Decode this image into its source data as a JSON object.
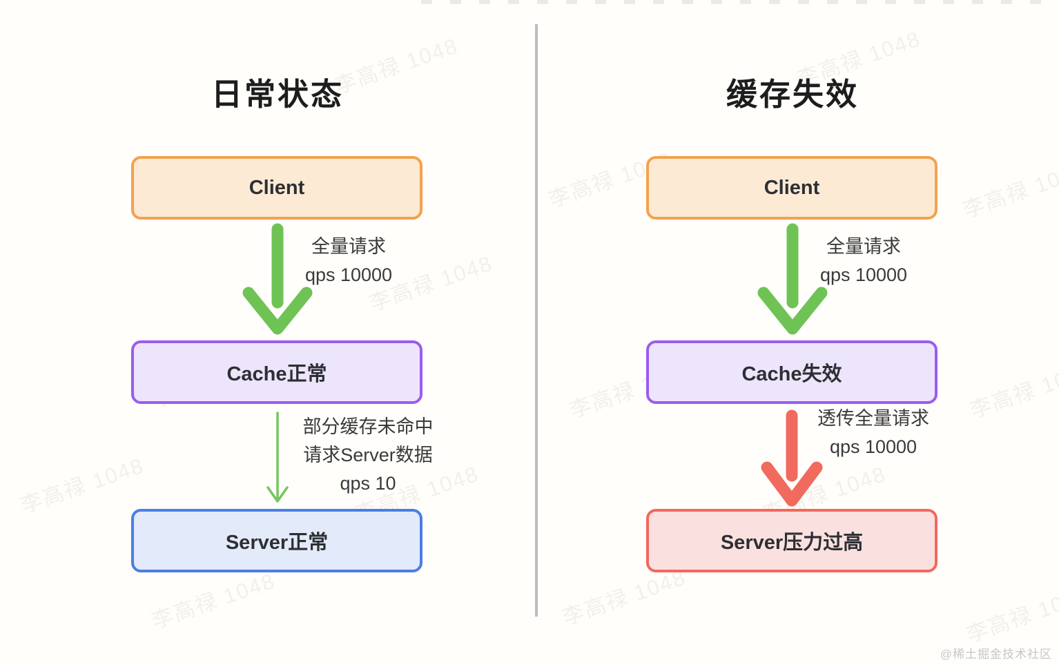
{
  "left_panel": {
    "title": "日常状态",
    "client": "Client",
    "arrow1_label": [
      "全量请求",
      "qps 10000"
    ],
    "cache": "Cache正常",
    "arrow2_label": [
      "部分缓存未命中",
      "请求Server数据",
      "qps 10"
    ],
    "server": "Server正常"
  },
  "right_panel": {
    "title": "缓存失效",
    "client": "Client",
    "arrow1_label": [
      "全量请求",
      "qps 10000"
    ],
    "cache": "Cache失效",
    "arrow2_label": [
      "透传全量请求",
      "qps 10000"
    ],
    "server": "Server压力过高"
  },
  "watermark": {
    "text": "李高禄 1048"
  },
  "footer": {
    "credit": "@稀土掘金技术社区"
  },
  "colors": {
    "client_border": "#f2a24d",
    "client_fill": "#fcead4",
    "cache_border": "#9b5cf0",
    "cache_fill": "#ede5fb",
    "server_ok_border": "#4b7de5",
    "server_ok_fill": "#e3eafa",
    "server_bad_border": "#f2685c",
    "server_bad_fill": "#fbe0e0",
    "arrow_full_traffic": "#6fc355",
    "arrow_overload": "#f16a5e",
    "divider": "#bcbcbc"
  }
}
